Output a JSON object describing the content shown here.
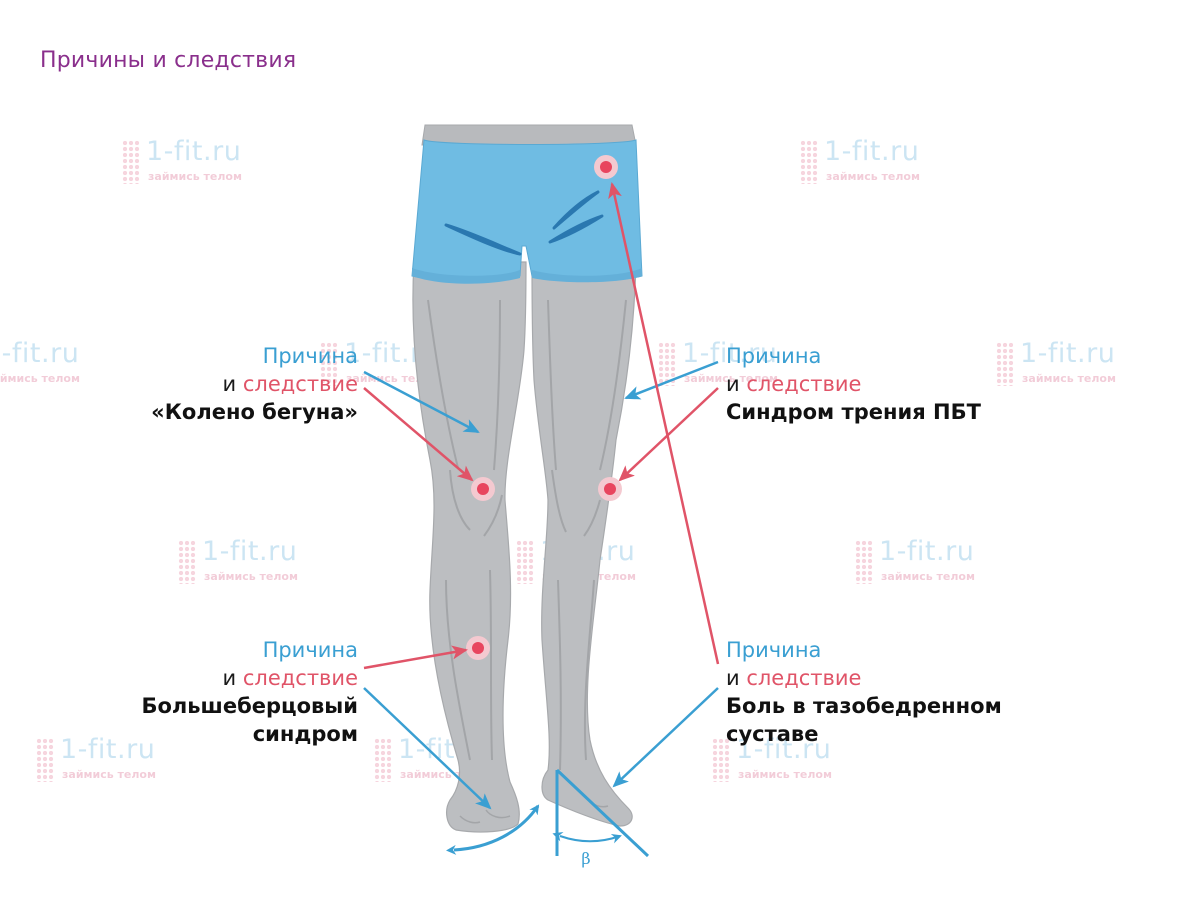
{
  "title": "Причины и следствия",
  "colors": {
    "title": "#8a2f8c",
    "cause": "#3a9fd2",
    "effect": "#e05468",
    "shorts": "#6fbce3",
    "leg": "#b8babd",
    "pain_point": "#e8455e"
  },
  "watermark": {
    "main": "1-fit.ru",
    "sub": "займись телом"
  },
  "labels": [
    {
      "id": "knee-runner",
      "cause": "Причина",
      "and": "и",
      "effect": "следствие",
      "condition_lines": [
        "«Колено бегуна»"
      ]
    },
    {
      "id": "itb-syndrome",
      "cause": "Причина",
      "and": "и",
      "effect": "следствие",
      "condition_lines": [
        "Синдром трения ПБТ"
      ]
    },
    {
      "id": "shin-splints",
      "cause": "Причина",
      "and": "и",
      "effect": "следствие",
      "condition_lines": [
        "Большеберцовый",
        "синдром"
      ]
    },
    {
      "id": "hip-pain",
      "cause": "Причина",
      "and": "и",
      "effect": "следствие",
      "condition_lines": [
        "Боль в тазобедренном",
        "суставе"
      ]
    }
  ],
  "angle_label": "β"
}
